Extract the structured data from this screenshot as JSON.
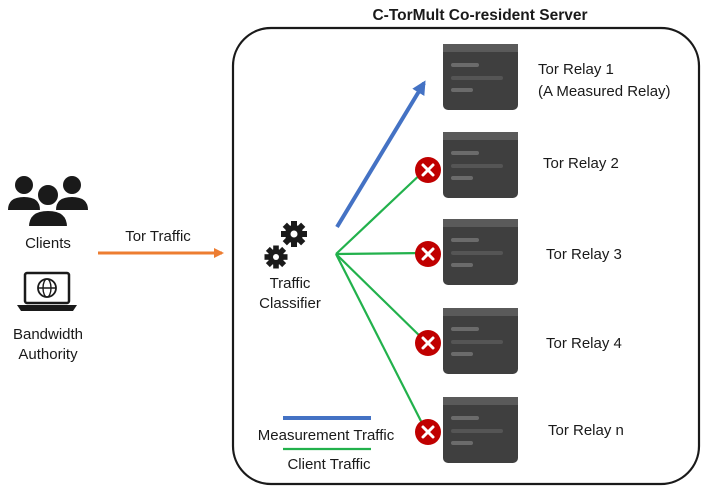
{
  "server": {
    "title": "C-TorMult Co-resident Server"
  },
  "left": {
    "clients_label": "Clients",
    "bwauth_label_line1": "Bandwidth",
    "bwauth_label_line2": "Authority",
    "tor_traffic_label": "Tor Traffic",
    "icons": {
      "clients": "people-group-icon",
      "bwauth": "laptop-globe-icon"
    }
  },
  "classifier": {
    "line1": "Traffic",
    "line2": "Classifier",
    "icon": "gears-icon"
  },
  "relays": [
    {
      "label": "Tor Relay 1",
      "sublabel": "(A Measured Relay)",
      "blocked": false
    },
    {
      "label": "Tor Relay 2",
      "blocked": true
    },
    {
      "label": "Tor Relay 3",
      "blocked": true
    },
    {
      "label": "Tor Relay 4",
      "blocked": true
    },
    {
      "label": "Tor Relay n",
      "blocked": true
    }
  ],
  "legend": {
    "measurement": "Measurement Traffic",
    "client": "Client Traffic"
  },
  "colors": {
    "measurement": "#4472c4",
    "client": "#22b14c",
    "tor_traffic": "#ed7d31",
    "blocked": "#c00000",
    "server_icon": "#3f3f3f"
  }
}
